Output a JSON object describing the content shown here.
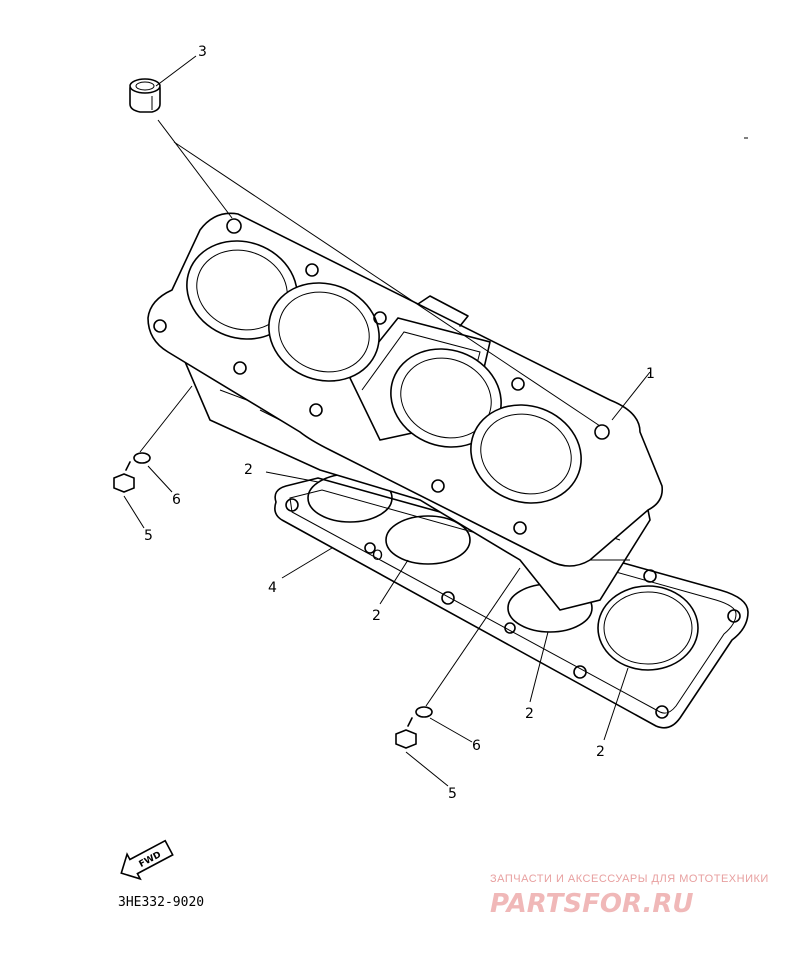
{
  "diagram": {
    "part_code": "3HE332-9020",
    "fwd_label": "FWD",
    "callouts": [
      "1",
      "2",
      "2",
      "2",
      "2",
      "3",
      "4",
      "5",
      "6",
      "5",
      "6"
    ],
    "colors": {
      "line": "#000000",
      "watermark": "#f0b8b8"
    }
  },
  "watermark": {
    "tagline": "ЗАПЧАСТИ И АКСЕССУАРЫ ДЛЯ МОТОТЕХНИКИ",
    "logo": "PARTSFOR.RU"
  }
}
